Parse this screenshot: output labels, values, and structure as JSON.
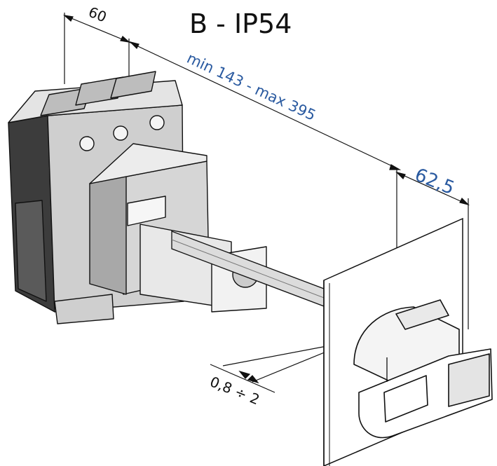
{
  "title": "B - IP54",
  "dimensions": {
    "depth": "60",
    "shaft_range": "min 143 - max 395",
    "handle_depth": "62,5",
    "panel_thickness": "0,8 ÷ 2"
  },
  "colors": {
    "dimension_blue": "#2a5aa0",
    "line": "#111111",
    "body_dark": "#3c3c3c",
    "body_mid": "#9a9a9a",
    "body_light": "#d6d6d6"
  }
}
